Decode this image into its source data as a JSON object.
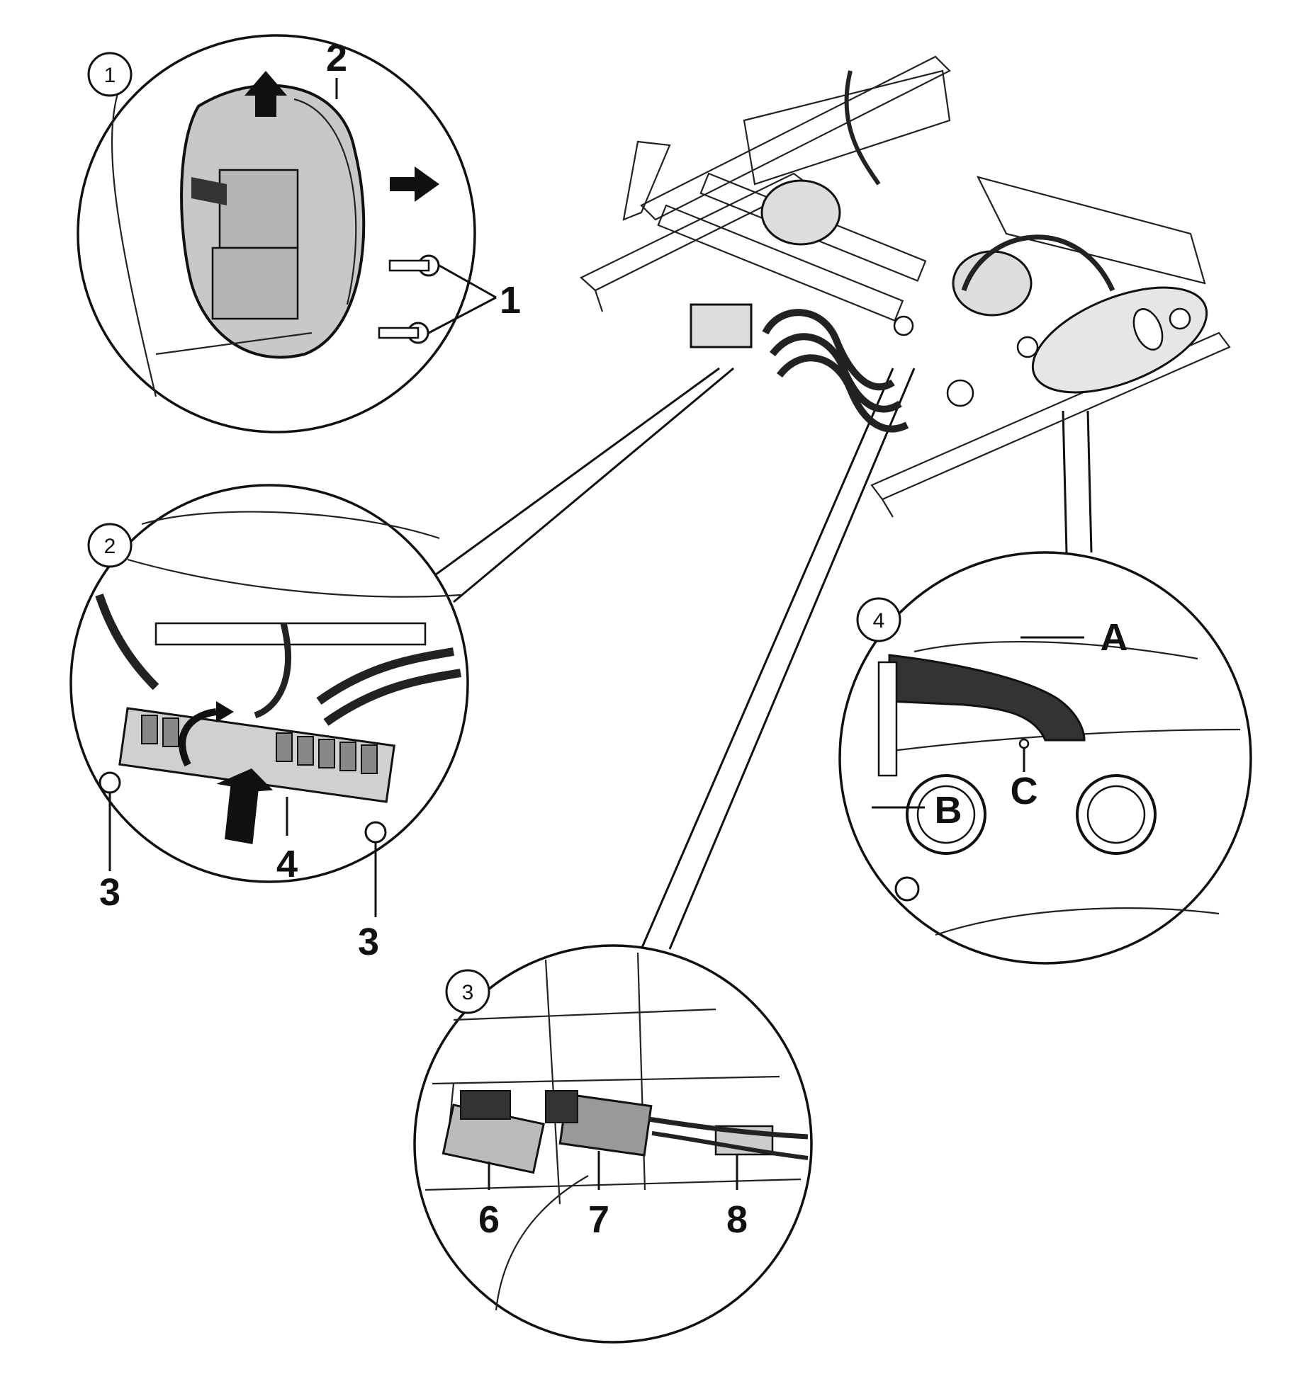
{
  "steps": [
    "1",
    "2",
    "3",
    "4"
  ],
  "callouts": {
    "detail1": [
      "1",
      "2"
    ],
    "detail2": [
      "3",
      "4",
      "3"
    ],
    "detail3": [
      "6",
      "7",
      "8"
    ],
    "detail4": [
      "A",
      "B",
      "C"
    ]
  },
  "icons": {
    "up_arrow": "arrow-up-icon",
    "right_arrow": "arrow-right-icon",
    "push_arrow": "push-arrow-icon"
  }
}
